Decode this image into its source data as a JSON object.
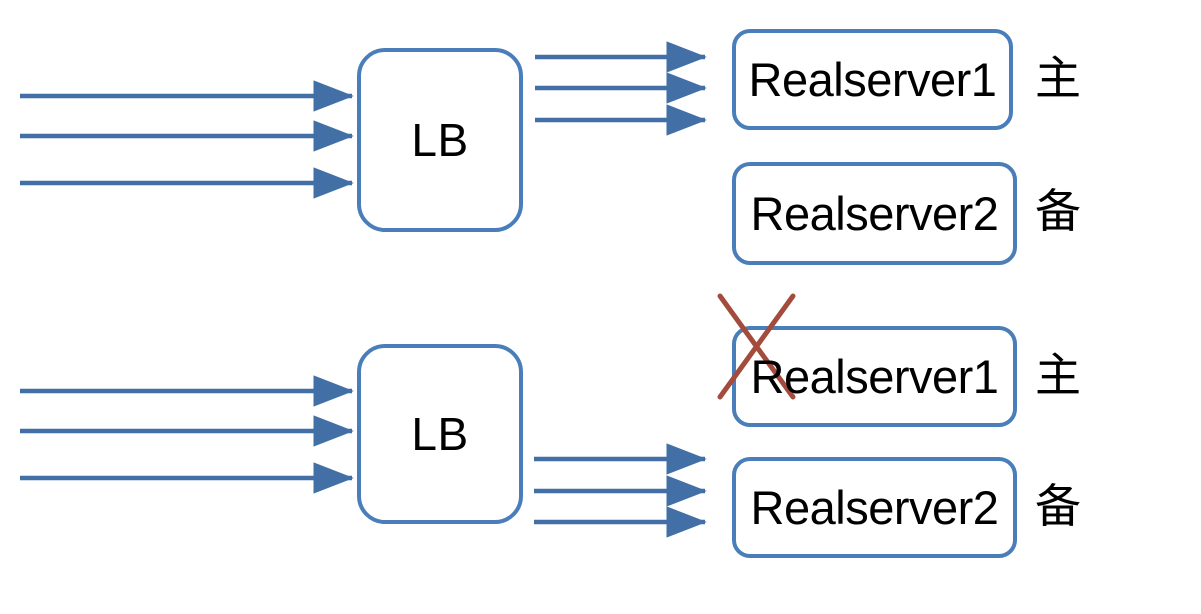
{
  "diagram": {
    "title": "Load Balancer active-standby failover diagram",
    "colors": {
      "box_stroke": "#4A7EBB",
      "box_fill": "#FFFFFF",
      "arrow": "#416FA6",
      "cross": "#A34B3C",
      "text": "#000000",
      "background": "#FFFFFF"
    },
    "sections": [
      {
        "id": "normal-state",
        "lb": {
          "label": "LB"
        },
        "inbound_arrows": 3,
        "outbound_arrows": 3,
        "outbound_target": "Realserver1",
        "servers": [
          {
            "name": "Realserver1",
            "role_label": "主",
            "failed": false,
            "receiving_traffic": true
          },
          {
            "name": "Realserver2",
            "role_label": "备",
            "failed": false,
            "receiving_traffic": false
          }
        ]
      },
      {
        "id": "failover-state",
        "lb": {
          "label": "LB"
        },
        "inbound_arrows": 3,
        "outbound_arrows": 3,
        "outbound_target": "Realserver2",
        "servers": [
          {
            "name": "Realserver1",
            "role_label": "主",
            "failed": true,
            "receiving_traffic": false
          },
          {
            "name": "Realserver2",
            "role_label": "备",
            "failed": false,
            "receiving_traffic": true
          }
        ]
      }
    ]
  }
}
